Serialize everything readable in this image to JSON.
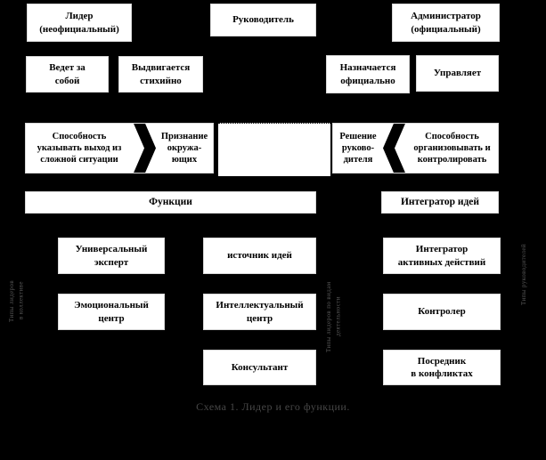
{
  "canvas": {
    "bg": "#000000",
    "box_bg": "#ffffff",
    "box_text_color": "#000000",
    "caption_color": "#474747",
    "side_label_color": "#565656"
  },
  "row1": [
    {
      "label": "Лидер\n(неофициальный)"
    },
    {
      "label": "Руководитель"
    },
    {
      "label": "Администратор\n(официальный)"
    }
  ],
  "row2": [
    {
      "label": "Ведет за\nсобой"
    },
    {
      "label": "Выдвигается\nстихийно"
    },
    {
      "label": "Назначается\nофициально"
    },
    {
      "label": "Управляет"
    }
  ],
  "band": {
    "left_source": "Способность\nуказывать выход из\nсложной ситуации",
    "left_target": "Признание\nокружа-\nющих",
    "center": "",
    "right_source": "Решение\nруково-\nдителя",
    "right_target": "Способность\nорганизовывать и\nконтролировать"
  },
  "bars": {
    "functions": "Функции",
    "integrator": "Интегратор идей"
  },
  "grid": {
    "col1": [
      "Универсальный\nэксперт",
      "Эмоциональный\nцентр"
    ],
    "col2": [
      "источник идей",
      "Интеллектуальный\nцентр",
      "Консультант"
    ],
    "col3": [
      "Интегратор\nактивных  действий",
      "Контролер",
      "Посредник\nв конфликтах"
    ]
  },
  "side_labels": {
    "left": "Типы лидеров\nв коллективе",
    "middle": "Типы лидеров по видам\nдеятельности",
    "right": "Типы руководителей"
  },
  "caption": "Схема 1. Лидер и его функции."
}
